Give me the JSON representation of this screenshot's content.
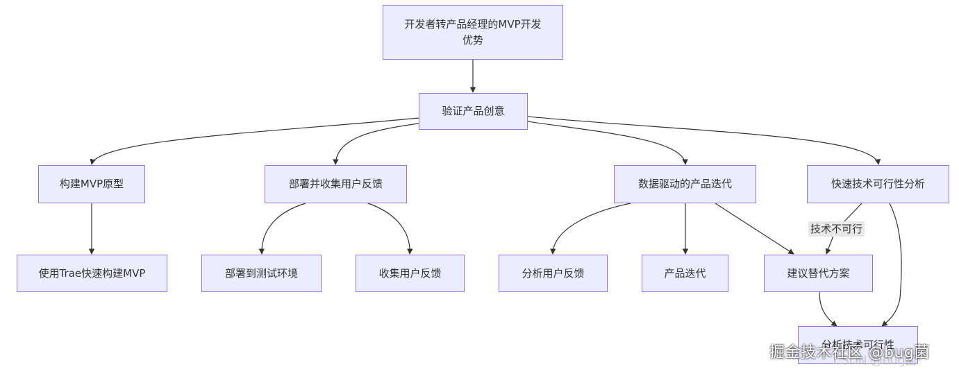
{
  "nodes": {
    "root": "开发者转产品经理的MVP开发优势",
    "validate": "验证产品创意",
    "build_mvp": "构建MVP原型",
    "deploy_collect": "部署并收集用户反馈",
    "data_driven": "数据驱动的产品迭代",
    "feasibility": "快速技术可行性分析",
    "use_trae": "使用Trae快速构建MVP",
    "deploy_test": "部署到测试环境",
    "collect_feedback": "收集用户反馈",
    "analyze_feedback": "分析用户反馈",
    "iterate": "产品迭代",
    "alternative": "建议替代方案",
    "tech_feasibility": "分析技术可行性"
  },
  "edge_labels": {
    "not_feasible": "技术不可行"
  },
  "watermark": {
    "juejin": "掘金技术社区 @bug菌",
    "csdn": "CSDN @bug菌¹"
  },
  "colors": {
    "node_fill": "#ECECFF",
    "node_border": "#9370DB",
    "edge": "#333333",
    "edge_label_bg": "#e8e8e8"
  }
}
